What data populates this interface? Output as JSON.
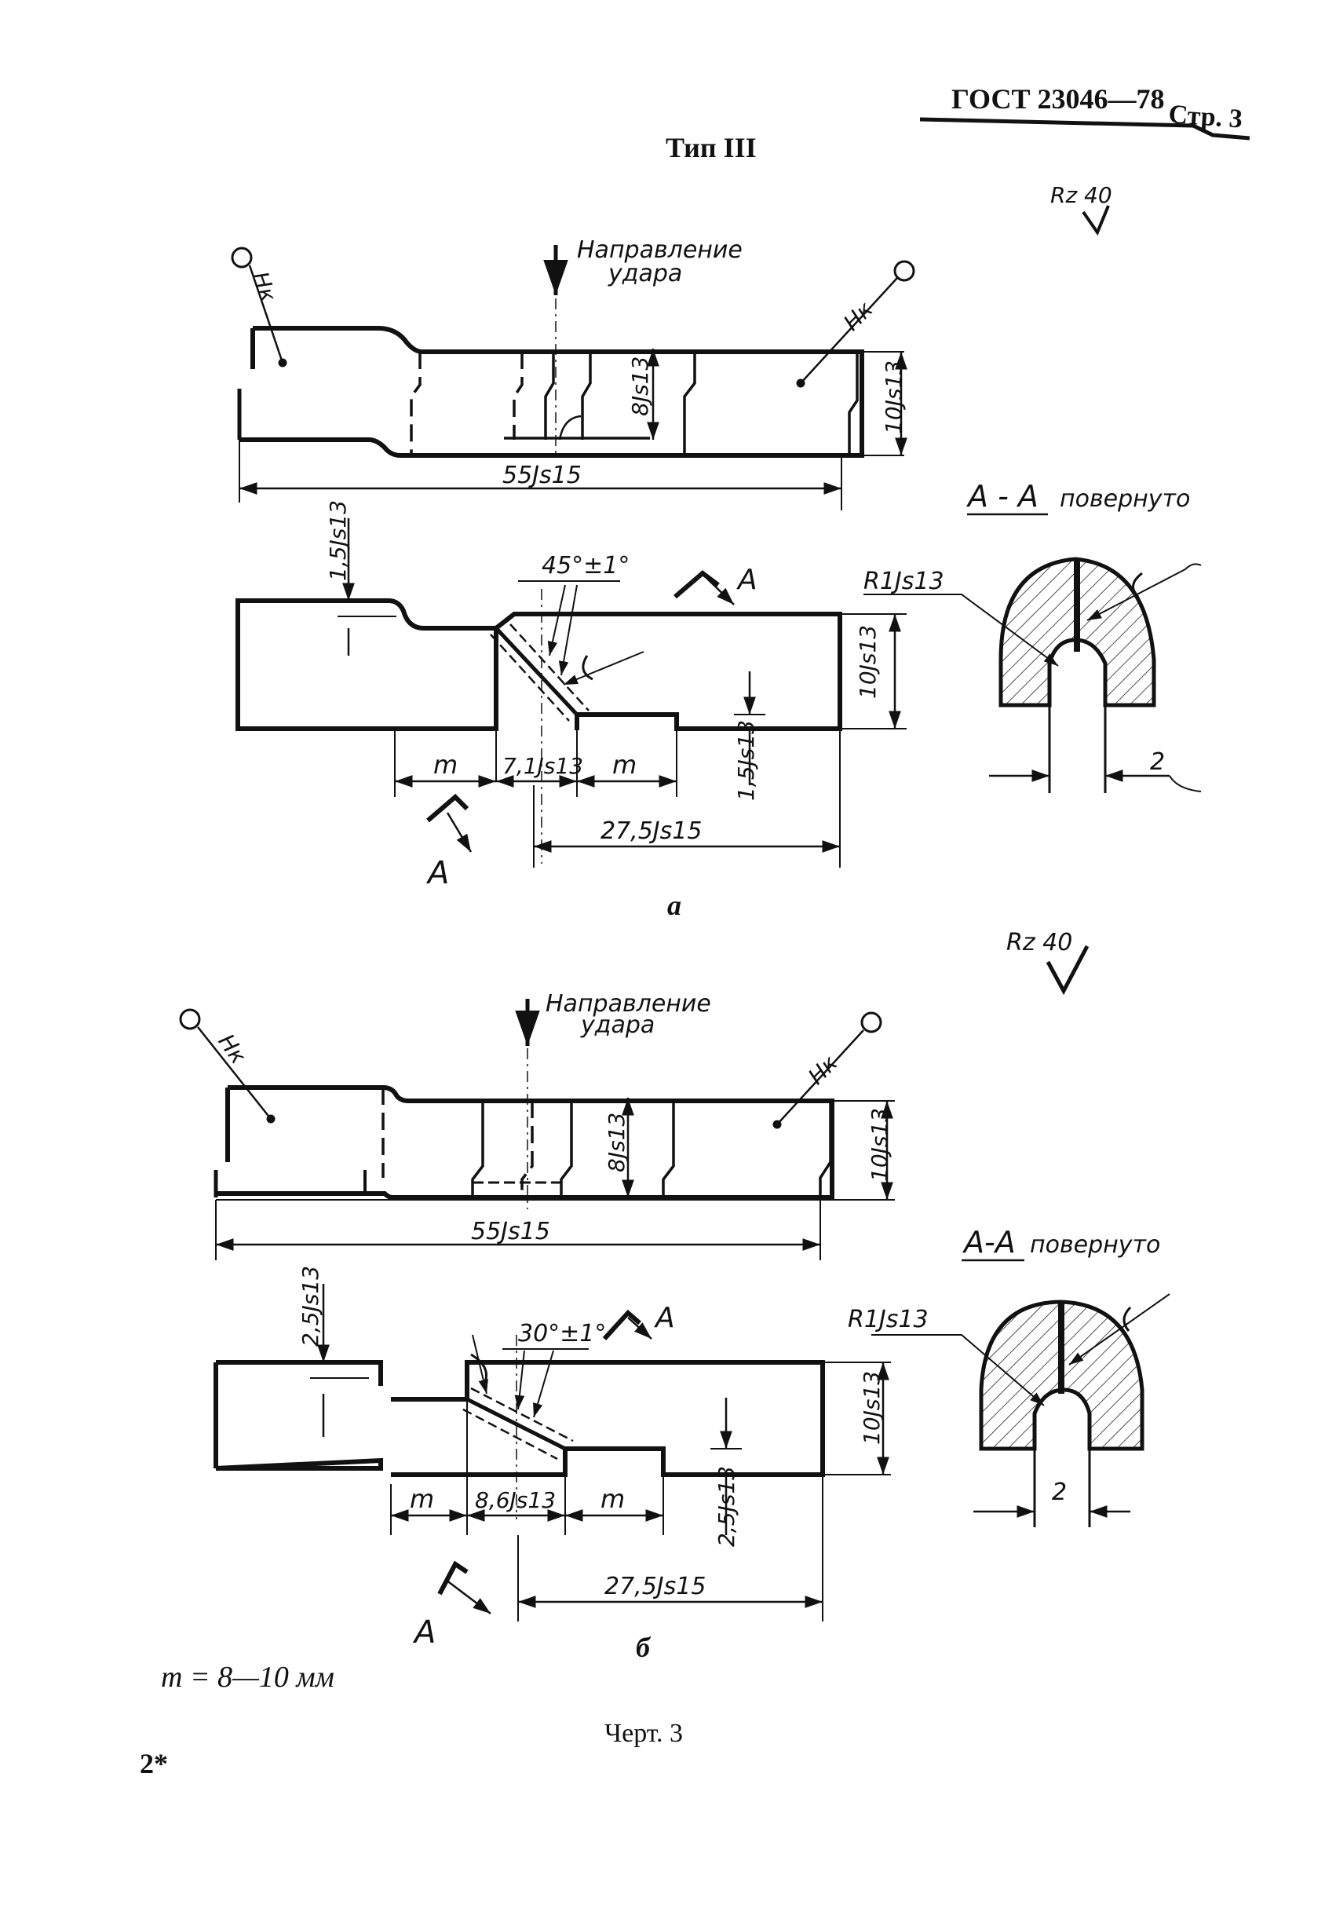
{
  "header": {
    "standard": "ГОСТ 23046—78",
    "page": "Стр. 3"
  },
  "type_title": "Тип III",
  "view_a": {
    "roughness": "Rz 40",
    "impact_direction": [
      "Направление",
      "удара"
    ],
    "mark_hk_left": "Нк",
    "mark_hk_right": "Нк",
    "dim_8": "8Js13",
    "dim_10_top": "10Js13",
    "dim_55": "55Js15",
    "dim_1_5_top": "1,5Js13",
    "angle": "45°±1°",
    "dim_10_bottom": "10Js13",
    "dim_1_5_bottom": "1,5Js13",
    "dim_m_left": "m",
    "dim_7_1": "7,1Js13",
    "dim_m_right": "m",
    "dim_27_5": "27,5Js15",
    "cut_mark_top": "A",
    "cut_mark_bottom": "A",
    "section_title": "A - A",
    "section_note": "повернуто",
    "section_radius": "R1Js13",
    "section_width": "2",
    "label": "а"
  },
  "view_b": {
    "roughness": "Rz 40",
    "impact_direction": [
      "Направление",
      "удара"
    ],
    "mark_hk_left": "Нк",
    "mark_hk_right": "Нк",
    "dim_8": "8Js13",
    "dim_10_top": "10Js13",
    "dim_55": "55Js15",
    "dim_2_5_top": "2,5Js13",
    "angle": "30°±1°",
    "dim_10_bottom": "10Js13",
    "dim_2_5_bottom": "2,5Js13",
    "dim_m_left": "m",
    "dim_8_6": "8,6Js13",
    "dim_m_right": "m",
    "dim_27_5": "27,5Js15",
    "cut_mark_top": "A",
    "cut_mark_bottom": "A",
    "section_title": "A-A",
    "section_note": "повернуто",
    "section_radius": "R1Js13",
    "section_width": "2",
    "label": "б"
  },
  "note": "m = 8—10 мм",
  "caption": "Черт. 3",
  "page_mark": "2*"
}
